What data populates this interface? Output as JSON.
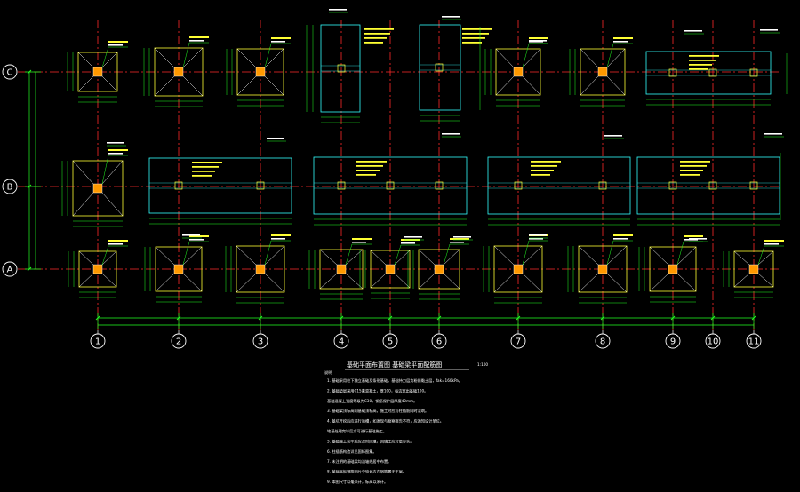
{
  "colors": {
    "background": "#000000",
    "axis": "#ff2a2a",
    "dimension": "#22ff22",
    "footing_outline": "#ffff33",
    "beam_outline": "#33ffff",
    "annotation": "#ffff33",
    "column": "#ff9900",
    "text": "#ffffff"
  },
  "grid_axes_x": [
    "1",
    "2",
    "3",
    "4",
    "5",
    "6",
    "7",
    "8",
    "9",
    "10",
    "11"
  ],
  "grid_axes_y": [
    "C",
    "B",
    "A"
  ],
  "notes": {
    "title": "基础平面布置图  基础梁平面配筋图",
    "scale": "1:100",
    "header": "说明",
    "items": [
      "1. 基础采用柱下独立基础及条形基础，基础持力层为粉质黏土层，fak=160kPa。",
      "2. 基础垫层采用C15素混凝土，厚100，每边宽出基础100。",
      "   基础混凝土强度等级为C30，钢筋保护层厚度40mm。",
      "3. 基础梁顶标高同基础顶标高，施工时应与柱插筋同时浇筑。",
      "4. 基坑开挖后应进行验槽，如发现与勘察报告不符，应通知设计单位。",
      "   地基处理完毕后方可进行基础施工。",
      "5. 基础施工完毕后应及时回填，回填土应分层夯实。",
      "6. 柱插筋构造详见国标图集。",
      "7. 未注明的基础梁均沿轴线居中布置。",
      "8. 基础底板钢筋网片中较长方向钢筋置于下层。",
      "9. 本图尺寸以毫米计，标高以米计。"
    ]
  }
}
